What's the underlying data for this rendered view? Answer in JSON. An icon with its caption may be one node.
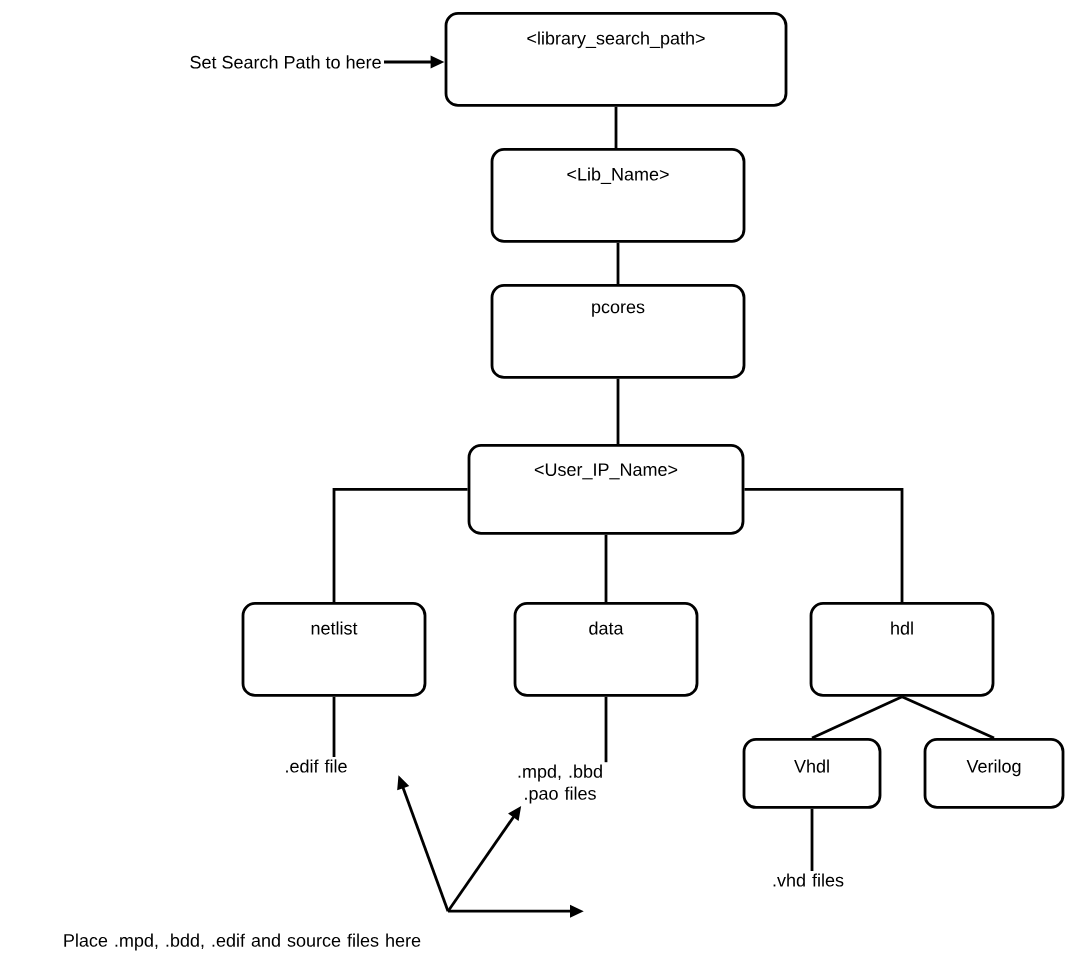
{
  "diagram": {
    "nodes": [
      {
        "text": [
          "Set Search Path to here"
        ]
      },
      {
        "text": [
          "<library_search_path>"
        ]
      },
      {
        "text": [
          "<Lib_Name>"
        ]
      },
      {
        "text": [
          "pcores"
        ]
      },
      {
        "text": [
          "<User_IP_Name>"
        ]
      },
      {
        "text": [
          "netlist"
        ]
      },
      {
        "text": [
          "data"
        ]
      },
      {
        "text": [
          "hdl"
        ]
      },
      {
        "text": [
          ".edif file"
        ]
      },
      {
        "text": [
          ".mpd, .bbd .pao files"
        ]
      },
      {
        "text": [
          "Vhdl"
        ]
      },
      {
        "text": [
          "Verilog"
        ]
      },
      {
        "text": [
          ".vhd files"
        ]
      },
      {
        "text": [
          "Place .mpd, .bdd, .edif and source files here"
        ]
      }
    ],
    "edges": [
      {
        "from": 0,
        "to": 1,
        "arrow": "to"
      },
      {
        "from": 1,
        "to": 2,
        "arrow": "none"
      },
      {
        "from": 2,
        "to": 3,
        "arrow": "none"
      },
      {
        "from": 3,
        "to": 4,
        "arrow": "none"
      },
      {
        "from": 4,
        "to": 5,
        "arrow": "none"
      },
      {
        "from": 4,
        "to": 6,
        "arrow": "none"
      },
      {
        "from": 4,
        "to": 7,
        "arrow": "none"
      },
      {
        "from": 5,
        "to": 8,
        "arrow": "none"
      },
      {
        "from": 6,
        "to": 9,
        "arrow": "none"
      },
      {
        "from": 7,
        "to": 10,
        "arrow": "none"
      },
      {
        "from": 7,
        "to": 11,
        "arrow": "none"
      },
      {
        "from": 10,
        "to": 12,
        "arrow": "none"
      },
      {
        "from": 13,
        "to": 8,
        "arrow": "to"
      },
      {
        "from": 13,
        "to": 9,
        "arrow": "to"
      },
      {
        "from": 13,
        "to": null,
        "arrow": "to"
      }
    ]
  }
}
